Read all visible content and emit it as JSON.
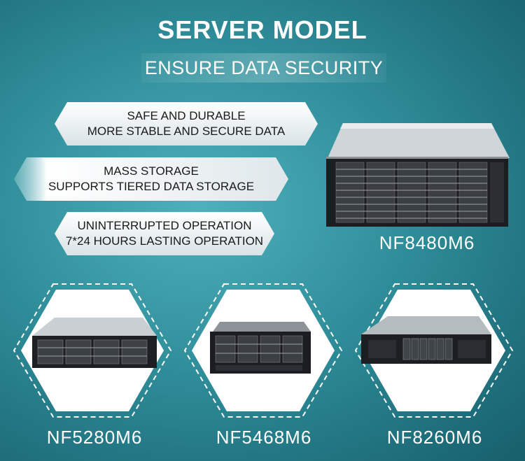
{
  "header": {
    "title": "SERVER MODEL",
    "subtitle": "ENSURE DATA SECURITY"
  },
  "features": [
    {
      "line1": "SAFE AND DURABLE",
      "line2": "MORE STABLE AND SECURE DATA"
    },
    {
      "line1": "MASS STORAGE",
      "line2": "SUPPORTS TIERED DATA STORAGE"
    },
    {
      "line1": "UNINTERRUPTED OPERATION",
      "line2": "7*24 HOURS LASTING OPERATION"
    }
  ],
  "models": {
    "featured": "NF8480M6",
    "row": [
      "NF5280M6",
      "NF5468M6",
      "NF8260M6"
    ]
  }
}
